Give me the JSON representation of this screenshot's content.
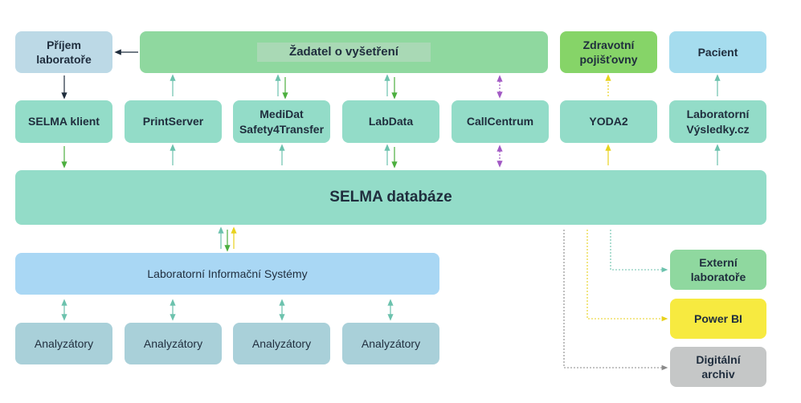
{
  "nodes": {
    "prijem": "Příjem\nlaboratoře",
    "zadatel": "Žadatel o vyšetření",
    "zdravotni": "Zdravotní\npojišťovny",
    "pacient": "Pacient",
    "selma_klient": "SELMA klient",
    "printserver": "PrintServer",
    "medidat": "MediDat\nSafety4Transfer",
    "labdata": "LabData",
    "callcentrum": "CallCentrum",
    "yoda2": "YODA2",
    "lab_vysledky": "Laboratorní\nVýsledky.cz",
    "selma_db": "SELMA databáze",
    "lis": "Laboratorní Informační Systémy",
    "analyzatory": [
      "Analyzátory",
      "Analyzátory",
      "Analyzátory",
      "Analyzátory"
    ],
    "externi": "Externí\nlaboratoře",
    "powerbi": "Power BI",
    "digitalni": "Digitální\narchiv"
  },
  "colors": {
    "teal_arrow": "#6cc2ad",
    "green_arrow": "#4caf3f",
    "purple_arrow": "#a259c4",
    "yellow_arrow": "#e8d21d",
    "dark_arrow": "#1f2d3d",
    "gray_arrow": "#8a8a8a"
  }
}
